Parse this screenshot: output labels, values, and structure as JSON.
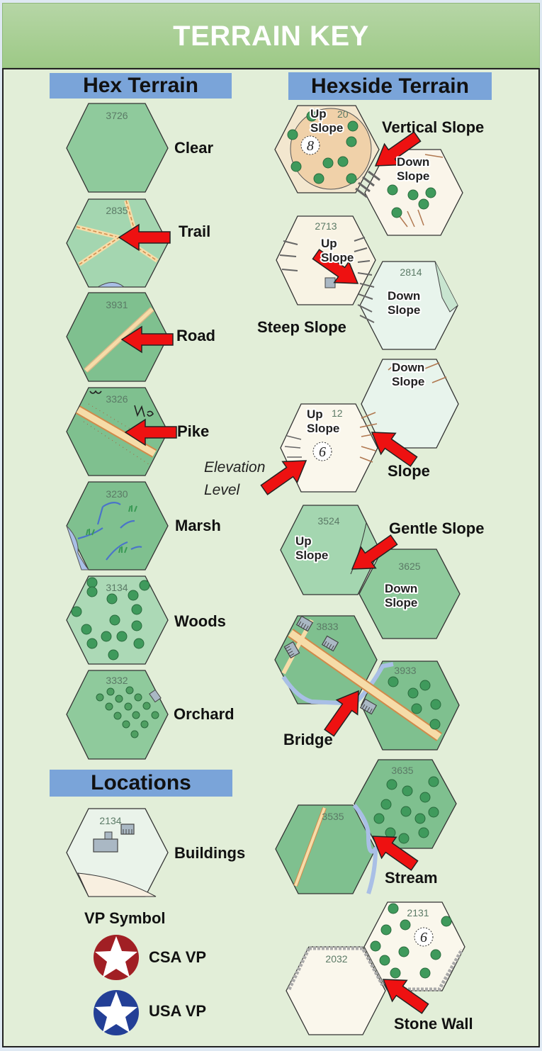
{
  "header": {
    "title": "TERRAIN KEY"
  },
  "sections": {
    "hex_terrain": "Hex Terrain",
    "hexside_terrain": "Hexside Terrain",
    "locations": "Locations"
  },
  "hex_terrain": [
    {
      "label": "Clear",
      "hex_number": "3726"
    },
    {
      "label": "Trail",
      "hex_number": "2835"
    },
    {
      "label": "Road",
      "hex_number": "3931"
    },
    {
      "label": "Pike",
      "hex_number": "3326"
    },
    {
      "label": "Marsh",
      "hex_number": "3230"
    },
    {
      "label": "Woods",
      "hex_number": "3134"
    },
    {
      "label": "Orchard",
      "hex_number": "3332"
    }
  ],
  "locations": {
    "buildings": {
      "label": "Buildings",
      "hex_number": "2134"
    },
    "vp_symbol_title": "VP Symbol",
    "csa_vp": "CSA VP",
    "usa_vp": "USA VP"
  },
  "hexside_terrain": {
    "vertical_slope": {
      "label": "Vertical Slope",
      "up": "Up Slope",
      "down": "Down Slope",
      "hex_number": "20",
      "elevation": "8"
    },
    "steep_slope": {
      "label": "Steep Slope",
      "up": "Up Slope",
      "down": "Down Slope",
      "hex_up": "2713",
      "hex_down": "2814"
    },
    "slope": {
      "label": "Slope",
      "up": "Up Slope",
      "down": "Down Slope",
      "hex_number": "12",
      "elevation": "6",
      "elevation_label": "Elevation Level"
    },
    "gentle_slope": {
      "label": "Gentle Slope",
      "up": "Up Slope",
      "down": "Down Slope",
      "hex_up": "3524",
      "hex_down": "3625"
    },
    "bridge": {
      "label": "Bridge",
      "hex_a": "3833",
      "hex_b": "3933"
    },
    "stream": {
      "label": "Stream",
      "hex_a": "3535",
      "hex_b": "3635"
    },
    "stone_wall": {
      "label": "Stone Wall",
      "hex_a": "2032",
      "hex_b": "2131",
      "elevation": "6"
    }
  },
  "colors": {
    "header_green": "#a6cf8f",
    "panel_bg": "#e2eed8",
    "section_blue": "#7aa4d9",
    "clear_green": "#8fca9c",
    "light_green": "#acd9b6",
    "road_tan": "#f6dca8",
    "road_edge": "#d08a4a",
    "tree_green": "#3f9a5c",
    "arrow_red": "#ee1111",
    "csa_red": "#a11f24",
    "usa_blue": "#233f96",
    "water_blue": "#a9bfe6",
    "upslope_tan": "#f0d1a9",
    "cream": "#faf7ec"
  }
}
